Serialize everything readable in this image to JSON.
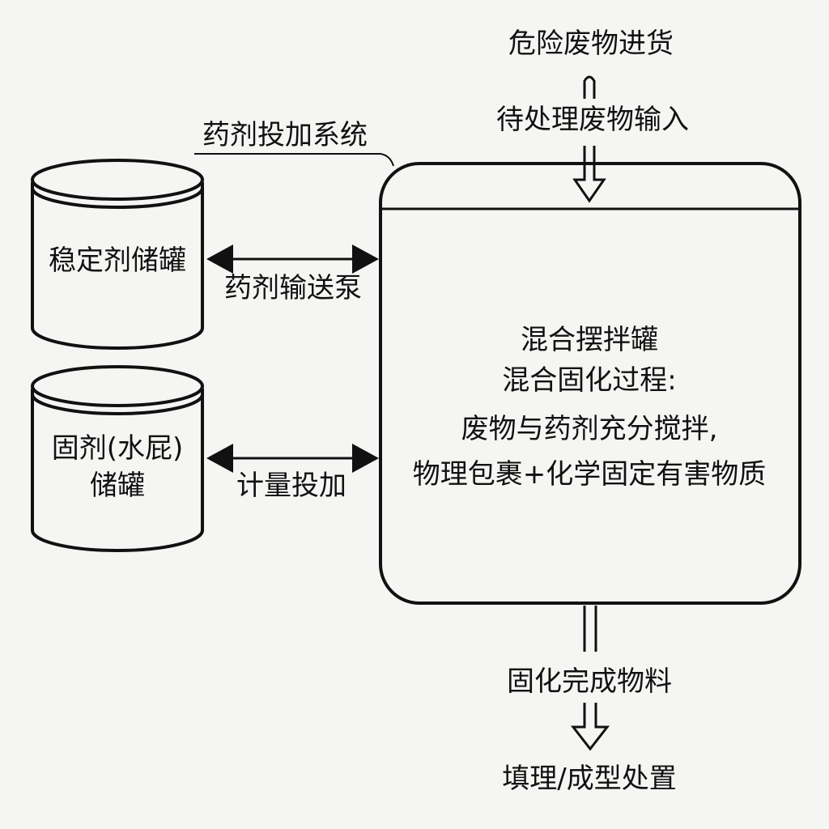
{
  "top": {
    "source_label": "危险废物进货",
    "input_label": "待处理废物输入"
  },
  "dosing_system_label": "药剂投加系统",
  "tanks": [
    {
      "label": "稳定剂储罐",
      "link_label": "药剂输送泵"
    },
    {
      "label_line1": "固剂(水屁)",
      "label_line2": "储罐",
      "link_label": "计量投加"
    }
  ],
  "mixer": {
    "title": "混合摆拌罐",
    "lines": [
      "混合固化过程:",
      "废物与药剂充分搅拌,",
      "物理包裹+化学固定有害物质"
    ]
  },
  "bottom": {
    "output_label": "固化完成物料",
    "disposal_label": "填理/成型处置"
  }
}
